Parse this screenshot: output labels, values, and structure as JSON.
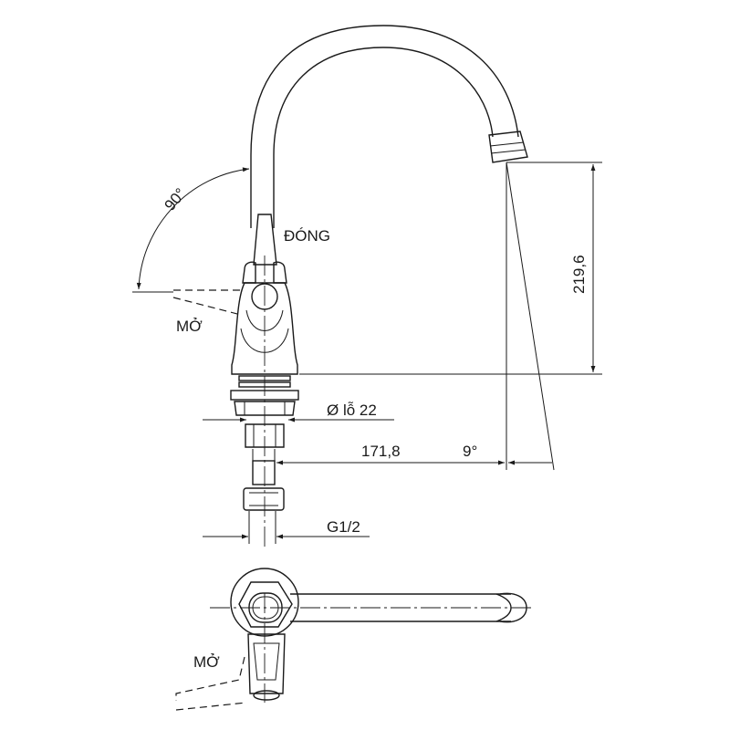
{
  "drawing": {
    "front_view": {
      "angle_label": "90°",
      "closed_label": "ĐÓNG",
      "open_label": "MỞ",
      "height_dim": "219,6",
      "hole_dim": "Ø lỗ 22",
      "reach_dim": "171,8",
      "spout_angle": "9°",
      "thread_dim": "G1/2"
    },
    "top_view": {
      "open_label": "MỞ"
    }
  }
}
